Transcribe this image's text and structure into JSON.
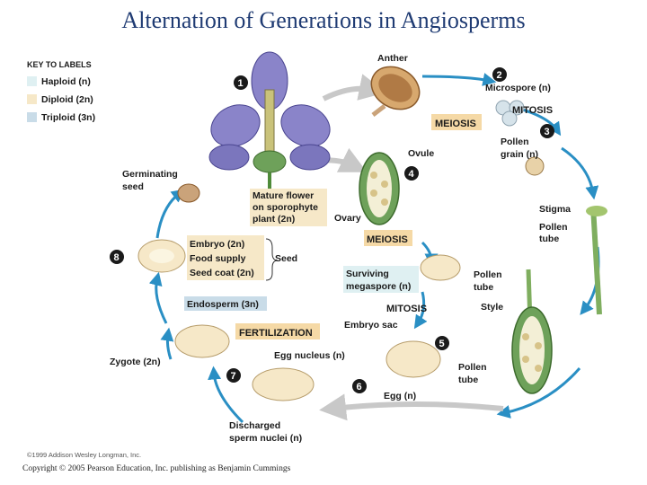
{
  "title": "Alternation of Generations in Angiosperms",
  "key": {
    "heading": "KEY TO LABELS",
    "items": [
      {
        "label": "Haploid (n)",
        "color": "#dff0f2"
      },
      {
        "label": "Diploid (2n)",
        "color": "#f6e8c8"
      },
      {
        "label": "Triploid (3n)",
        "color": "#c9dce8"
      }
    ]
  },
  "labels": {
    "anther": "Anther",
    "microspore": "Microspore (n)",
    "meiosis_top": "MEIOSIS",
    "mitosis_top": "MITOSIS",
    "pollen_grain_1": "Pollen",
    "pollen_grain_2": "grain (n)",
    "ovule": "Ovule",
    "ovary": "Ovary",
    "germinating_1": "Germinating",
    "germinating_2": "seed",
    "mature_1": "Mature flower",
    "mature_2": "on sporophyte",
    "mature_3": "plant (2n)",
    "stigma": "Stigma",
    "pollen_tube_a1": "Pollen",
    "pollen_tube_a2": "tube",
    "meiosis_mid": "MEIOSIS",
    "embryo": "Embryo (2n)",
    "food_supply": "Food supply",
    "seed_coat": "Seed coat (2n)",
    "seed": "Seed",
    "surviving_1": "Surviving",
    "surviving_2": "megaspore (n)",
    "pollen_tube_b1": "Pollen",
    "pollen_tube_b2": "tube",
    "style": "Style",
    "endosperm": "Endosperm (3n)",
    "mitosis_mid": "MITOSIS",
    "fertilization": "FERTILIZATION",
    "embryo_sac": "Embryo sac",
    "zygote": "Zygote (2n)",
    "egg_nucleus": "Egg nucleus (n)",
    "pollen_tube_c1": "Pollen",
    "pollen_tube_c2": "tube",
    "egg": "Egg (n)",
    "discharged_1": "Discharged",
    "discharged_2": "sperm nuclei (n)"
  },
  "steps": [
    "1",
    "2",
    "3",
    "4",
    "5",
    "6",
    "7",
    "8"
  ],
  "publisher_note": "©1999 Addison Wesley Longman, Inc.",
  "copyright": "Copyright © 2005 Pearson Education, Inc. publishing as Benjamin Cummings",
  "colors": {
    "title": "#1f3b73",
    "arrow": "#2a8fc4",
    "step_circle": "#1a1a1a",
    "petal": "#8a84c9",
    "stem_green": "#4f8b3a",
    "phase_box": "#f5d9a6"
  }
}
